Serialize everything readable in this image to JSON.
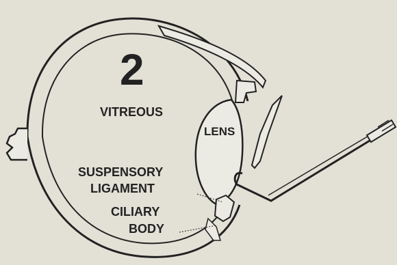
{
  "figure": {
    "number": "2",
    "labels": {
      "vitreous": "VITREOUS",
      "lens": "LENS",
      "suspensory_1": "SUSPENSORY",
      "suspensory_2": "LIGAMENT",
      "ciliary_1": "CILIARY",
      "ciliary_2": "BODY"
    }
  },
  "colors": {
    "background": "#e3e1d6",
    "ink": "#222222",
    "fill": "#ecebe3"
  }
}
